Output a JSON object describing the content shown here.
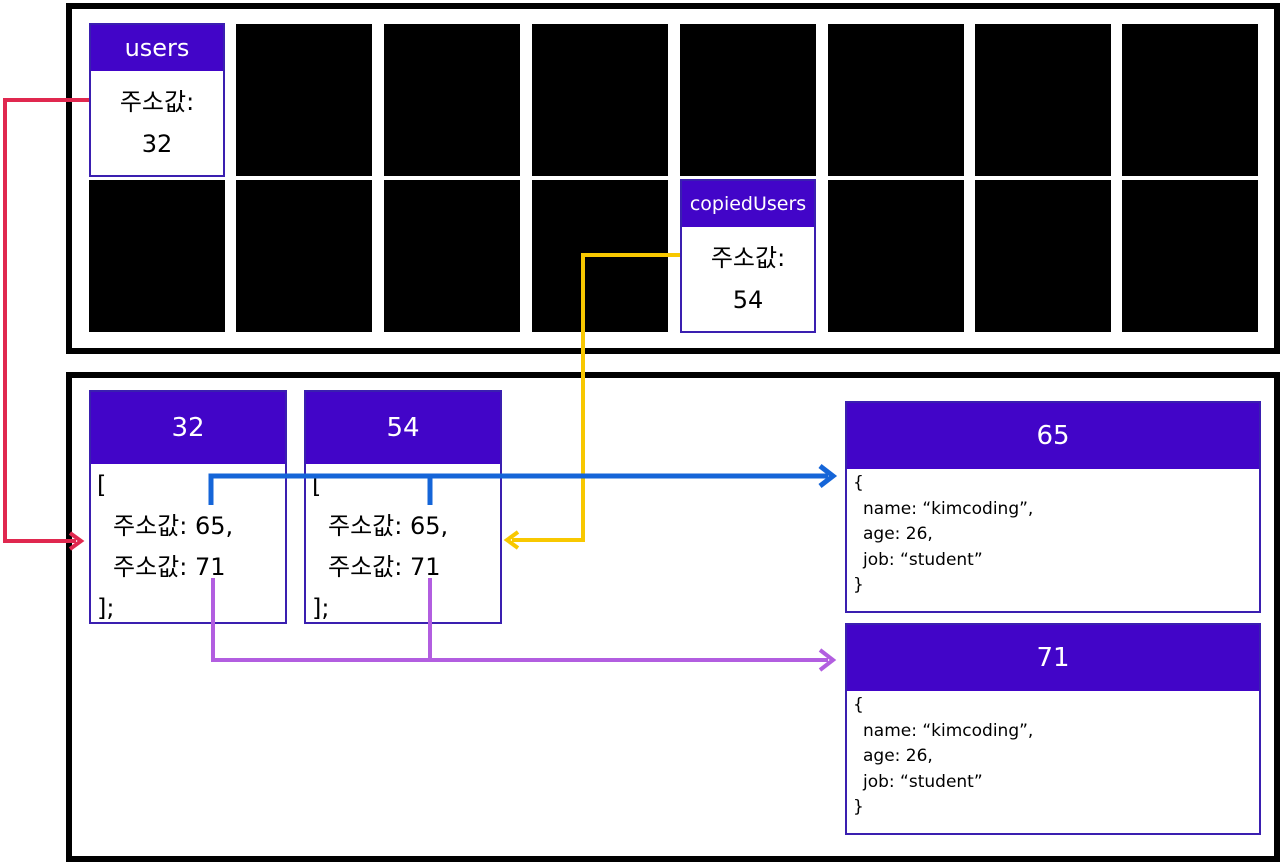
{
  "stack": {
    "users": {
      "name": "users",
      "address_label": "주소값:",
      "address": "32"
    },
    "copiedUsers": {
      "name": "copiedUsers",
      "address_label": "주소값:",
      "address": "54"
    }
  },
  "heap": {
    "arrays": [
      {
        "address": "32",
        "open": "[",
        "items": [
          "주소값: 65,",
          "주소값: 71"
        ],
        "close": "];"
      },
      {
        "address": "54",
        "open": "[",
        "items": [
          "주소값: 65,",
          "주소값: 71"
        ],
        "close": "];"
      }
    ],
    "objects": [
      {
        "address": "65",
        "open": "{",
        "lines": [
          "name: “kimcoding”,",
          "age: 26,",
          "job: “student”"
        ],
        "close": "}"
      },
      {
        "address": "71",
        "open": "{",
        "lines": [
          "name: “kimcoding”,",
          "age: 26,",
          "job: “student”"
        ],
        "close": "}"
      }
    ]
  },
  "colors": {
    "header_fill": "#4205c8",
    "users_arrow": "#e0284f",
    "copied_users_arrow": "#f8c800",
    "ref_65_arrow": "#1565d8",
    "ref_71_arrow": "#b25ee0"
  }
}
